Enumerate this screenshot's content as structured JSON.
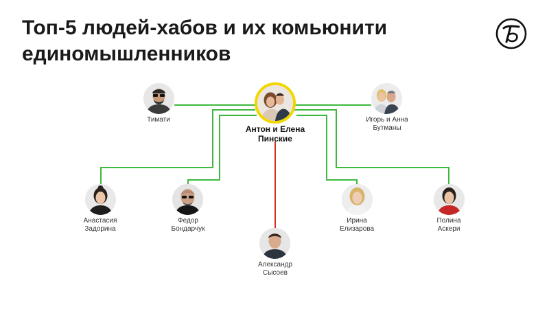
{
  "title": {
    "line1": "Топ-5 людей-хабов и их комьюнити",
    "line2": "единомышленников"
  },
  "logo": {
    "icon": "publisher-logo-icon"
  },
  "colors": {
    "green_line": "#3dba3d",
    "red_line": "#cc3322",
    "hub_ring": "#f2d600"
  },
  "hub": {
    "line1": "Антон и Елена",
    "line2": "Пинские"
  },
  "people": {
    "timati": {
      "line1": "Тимати"
    },
    "butman": {
      "line1": "Игорь и Анна",
      "line2": "Бутманы"
    },
    "zadorina": {
      "line1": "Анастасия",
      "line2": "Задорина"
    },
    "bondarchuk": {
      "line1": "Федор",
      "line2": "Бондарчук"
    },
    "sysoev": {
      "line1": "Александр",
      "line2": "Сысоев"
    },
    "elizarova": {
      "line1": "Ирина",
      "line2": "Елизарова"
    },
    "askeri": {
      "line1": "Полина",
      "line2": "Аскери"
    }
  }
}
